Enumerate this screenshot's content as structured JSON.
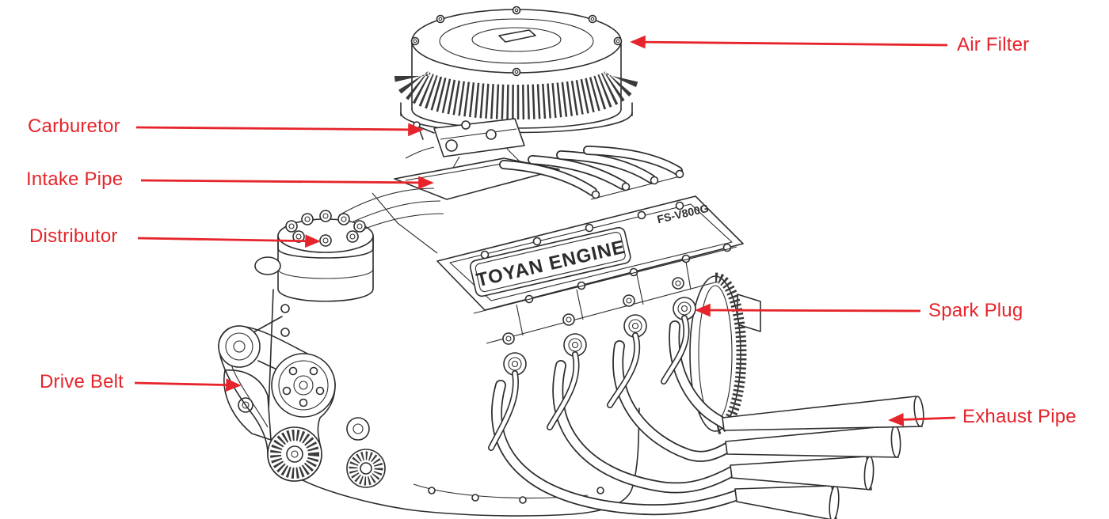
{
  "diagram": {
    "subject": "model V8 gasoline engine line drawing with part callouts",
    "colors": {
      "label": "#e5252b",
      "line_art": "#2d2d2d",
      "background": "#ffffff"
    },
    "engine_markings": {
      "valve_cover": "TOYAN ENGINE",
      "model_code": "FS-V800G"
    },
    "labels": [
      {
        "id": "air-filter",
        "text": "Air Filter",
        "side": "right"
      },
      {
        "id": "carburetor",
        "text": "Carburetor",
        "side": "left"
      },
      {
        "id": "intake-pipe",
        "text": "Intake Pipe",
        "side": "left"
      },
      {
        "id": "distributor",
        "text": "Distributor",
        "side": "left"
      },
      {
        "id": "spark-plug",
        "text": "Spark Plug",
        "side": "right"
      },
      {
        "id": "drive-belt",
        "text": "Drive Belt",
        "side": "left"
      },
      {
        "id": "exhaust-pipe",
        "text": "Exhaust Pipe",
        "side": "right"
      }
    ]
  }
}
